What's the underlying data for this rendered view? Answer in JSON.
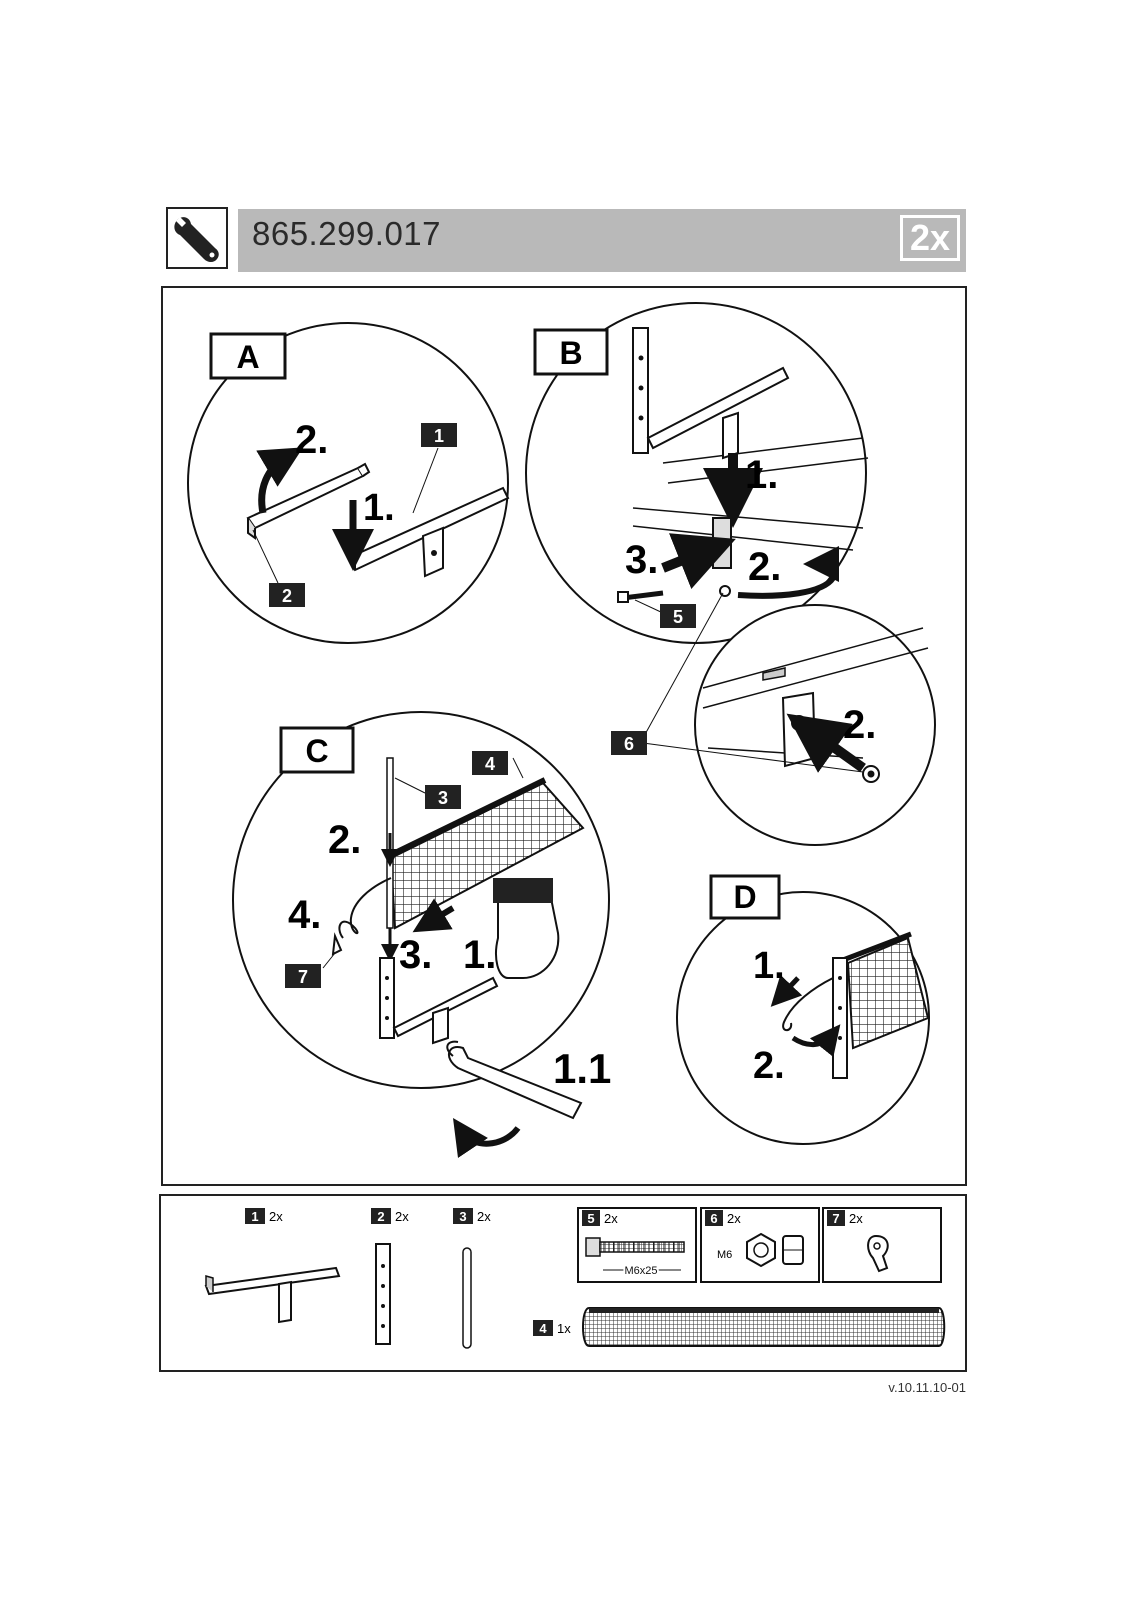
{
  "header": {
    "document_number": "865.299.017",
    "quantity_badge": "2x",
    "tool_icon": "wrench-icon"
  },
  "steps": {
    "A": {
      "letter": "A",
      "labels": [
        "2.",
        "1."
      ],
      "part_refs": [
        "1",
        "2"
      ]
    },
    "B": {
      "letter": "B",
      "labels": [
        "1.",
        "3.",
        "2."
      ],
      "part_refs": [
        "5"
      ]
    },
    "B_detail": {
      "labels": [
        "2."
      ],
      "part_refs": [
        "6"
      ]
    },
    "C": {
      "letter": "C",
      "labels": [
        "2.",
        "4.",
        "3.",
        "1.",
        "1.1"
      ],
      "part_refs": [
        "3",
        "4",
        "7"
      ]
    },
    "D": {
      "letter": "D",
      "labels": [
        "1.",
        "2."
      ]
    }
  },
  "parts": [
    {
      "number": "1",
      "qty": "2x"
    },
    {
      "number": "2",
      "qty": "2x"
    },
    {
      "number": "3",
      "qty": "2x"
    },
    {
      "number": "5",
      "qty": "2x",
      "annotation": "M6x25"
    },
    {
      "number": "6",
      "qty": "2x",
      "annotation": "M6"
    },
    {
      "number": "7",
      "qty": "2x"
    },
    {
      "number": "4",
      "qty": "1x"
    }
  ],
  "version": "v.10.11.10-01",
  "colors": {
    "header_bar": "#b9b9b9",
    "badge_fill": "#222222",
    "line": "#1a1a1a"
  }
}
